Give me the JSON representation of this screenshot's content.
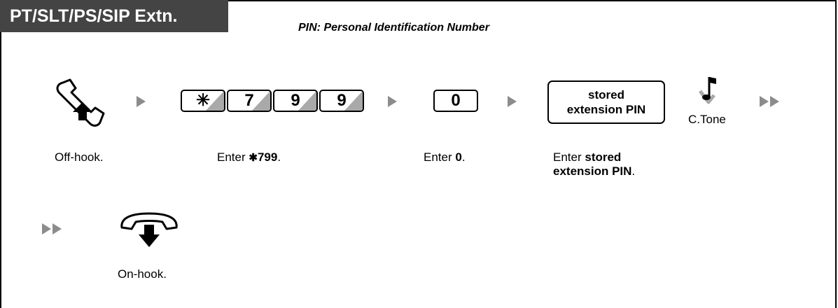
{
  "header": {
    "title": "PT/SLT/PS/SIP Extn.",
    "subtitle": "PIN: Personal Identification Number"
  },
  "keys": {
    "star": "✳",
    "k7": "7",
    "k9a": "9",
    "k9b": "9",
    "k0": "0"
  },
  "stored_box": {
    "line1": "stored",
    "line2": "extension PIN"
  },
  "tone_label": "C.Tone",
  "steps": {
    "offhook": "Off-hook.",
    "enter_code_prefix": "Enter ",
    "enter_code_star": "✱",
    "enter_code_digits": "799",
    "enter_code_suffix": ".",
    "enter_zero_prefix": "Enter ",
    "enter_zero_bold": "0",
    "enter_zero_suffix": ".",
    "enter_pin_prefix": "Enter ",
    "enter_pin_bold_1": "stored",
    "enter_pin_bold_2": "extension PIN",
    "enter_pin_suffix": ".",
    "onhook": "On-hook."
  },
  "colors": {
    "header_bg": "#444444",
    "arrow": "#8c8c8c",
    "key_shade": "#a9a9a9"
  }
}
